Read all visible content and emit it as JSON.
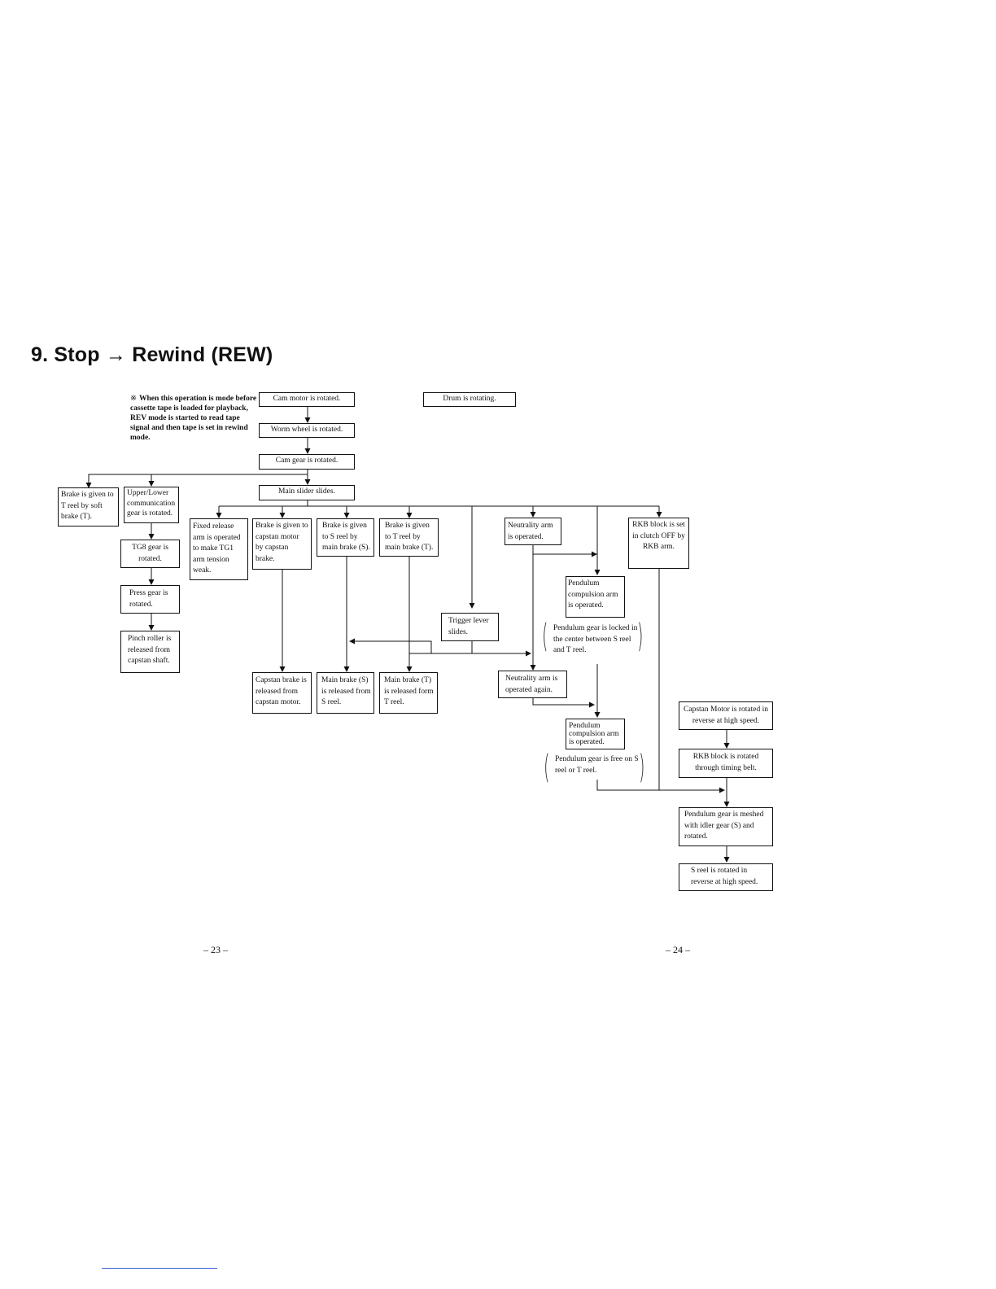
{
  "header": {
    "title": "9. Stop → Rewind (REW)"
  },
  "note": {
    "symbol": "※",
    "text": "When this operation is mode before cassette tape is loaded for playback, REV mode is started to read tape signal and then tape is set in rewind mode."
  },
  "flow": {
    "cam_motor": "Cam motor is rotated.",
    "drum": "Drum is rotating.",
    "worm_wheel": "Worm wheel is rotated.",
    "cam_gear": "Cam gear is rotated.",
    "main_slider": "Main slider slides.",
    "brake_soft": "Brake is given to T reel by soft brake (T).",
    "upper_lower": "Upper/Lower communication gear is rotated.",
    "tg8": "TG8 gear is rotated.",
    "press_gear": "Press gear is rotated.",
    "pinch_roller": "Pinch roller is released from capstan shaft.",
    "fixed_release": "Fixed release arm is operated to make TG1 arm tension weak.",
    "brake_capstan": "Brake is given to capstan motor by capstan brake.",
    "brake_s": "Brake is given to S reel by main brake (S).",
    "brake_t": "Brake is given to T reel by main brake (T).",
    "neutrality_arm": "Neutrality arm is operated.",
    "rkb_block": "RKB block is set in clutch OFF by RKB arm.",
    "pendulum_arm_1": "Pendulum compulsion arm is operated.",
    "trigger_lever": "Trigger lever slides.",
    "pendulum_locked": "Pendulum gear is locked in the center between S reel and T reel.",
    "capstan_brake_released": "Capstan brake is released from capstan motor.",
    "main_brake_s_released": "Main brake (S) is released from S reel.",
    "main_brake_t_released": "Main brake (T) is released form T reel.",
    "neutrality_again": "Neutrality arm is operated again.",
    "capstan_reverse": "Capstan Motor is rotated in reverse at high speed.",
    "pendulum_arm_2": "Pendulum compulsion arm is operated.",
    "rkb_rotated": "RKB block is rotated through timing belt.",
    "pendulum_free": "Pendulum gear is free on S reel or T reel.",
    "pendulum_meshed": "Pendulum gear is meshed with idler gear (S) and rotated.",
    "s_reel_reverse": "S reel is rotated in reverse at high speed."
  },
  "footer": {
    "page_left": "– 23 –",
    "page_right": "– 24 –"
  }
}
